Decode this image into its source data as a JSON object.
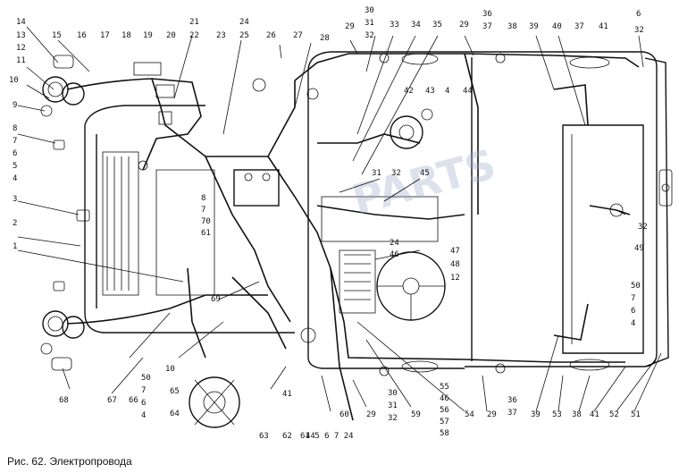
{
  "figure": {
    "caption": "Рис. 62. Электропровода",
    "watermark": "PARTS"
  },
  "callouts": {
    "c1": "14",
    "c2": "13",
    "c3": "12",
    "c4": "11",
    "c5": "15",
    "c6": "16",
    "c7": "17",
    "c8": "18",
    "c9": "19",
    "c10": "20",
    "c11": "21",
    "c12": "22",
    "c13": "24",
    "c14": "25",
    "c15": "23",
    "c16": "26",
    "c17": "27",
    "c18": "28",
    "c19": "29",
    "c20": "30",
    "c21": "31",
    "c22": "32",
    "c23": "33",
    "c24": "34",
    "c25": "35",
    "c26": "29",
    "c27": "36",
    "c28": "37",
    "c29": "38",
    "c30": "39",
    "c31": "40",
    "c32": "37",
    "c33": "41",
    "c34": "6",
    "c35": "32",
    "c36": "10",
    "c37": "9",
    "c38": "8",
    "c39": "7",
    "c40": "6",
    "c41": "5",
    "c42": "4",
    "c43": "3",
    "c44": "2",
    "c45": "1",
    "c46": "42",
    "c47": "43",
    "c48": "4",
    "c49": "44",
    "c50": "31",
    "c51": "32",
    "c52": "45",
    "c53": "8",
    "c54": "7",
    "c55": "70",
    "c56": "61",
    "c57": "24",
    "c58": "46",
    "c59": "47",
    "c60": "48",
    "c61": "12",
    "c62": "32",
    "c63": "49",
    "c64": "50",
    "c65": "7",
    "c66": "6",
    "c67": "4",
    "c68": "69",
    "c69": "10",
    "c70": "50",
    "c71": "7",
    "c72": "6",
    "c73": "4",
    "c74": "65",
    "c75": "64",
    "c76": "63",
    "c77": "62",
    "c78": "44",
    "c79": "41",
    "c80": "67",
    "c81": "66",
    "c82": "68",
    "c83": "60",
    "c84": "29",
    "c85": "30",
    "c86": "31",
    "c87": "32",
    "c88": "59",
    "c89": "55",
    "c90": "46",
    "c91": "56",
    "c92": "57",
    "c93": "58",
    "c94": "54",
    "c95": "29",
    "c96": "36",
    "c97": "37",
    "c98": "39",
    "c99": "53",
    "c100": "38",
    "c101": "41",
    "c102": "52",
    "c103": "51",
    "c104": "61 5 6 7 24"
  }
}
